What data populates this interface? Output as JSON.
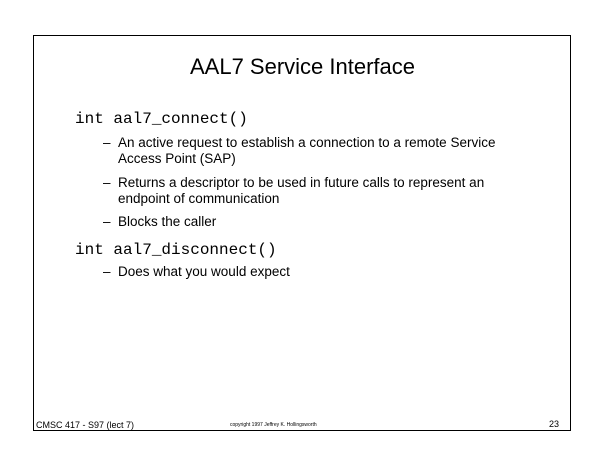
{
  "slide": {
    "title": "AAL7 Service Interface",
    "sections": [
      {
        "signature": "int aal7_connect()",
        "bullets": [
          "An active request to establish a connection to a remote Service Access Point (SAP)",
          "Returns a descriptor to be used in future calls to represent an endpoint of communication",
          "Blocks the caller"
        ]
      },
      {
        "signature": "int aal7_disconnect()",
        "bullets": [
          "Does what you would expect"
        ]
      }
    ],
    "bullet_dash": "–"
  },
  "footer": {
    "course": "CMSC 417 - S97  (lect 7)",
    "copyright": "copyright 1997  Jeffrey K. Hollingsworth",
    "page_number": "23"
  }
}
